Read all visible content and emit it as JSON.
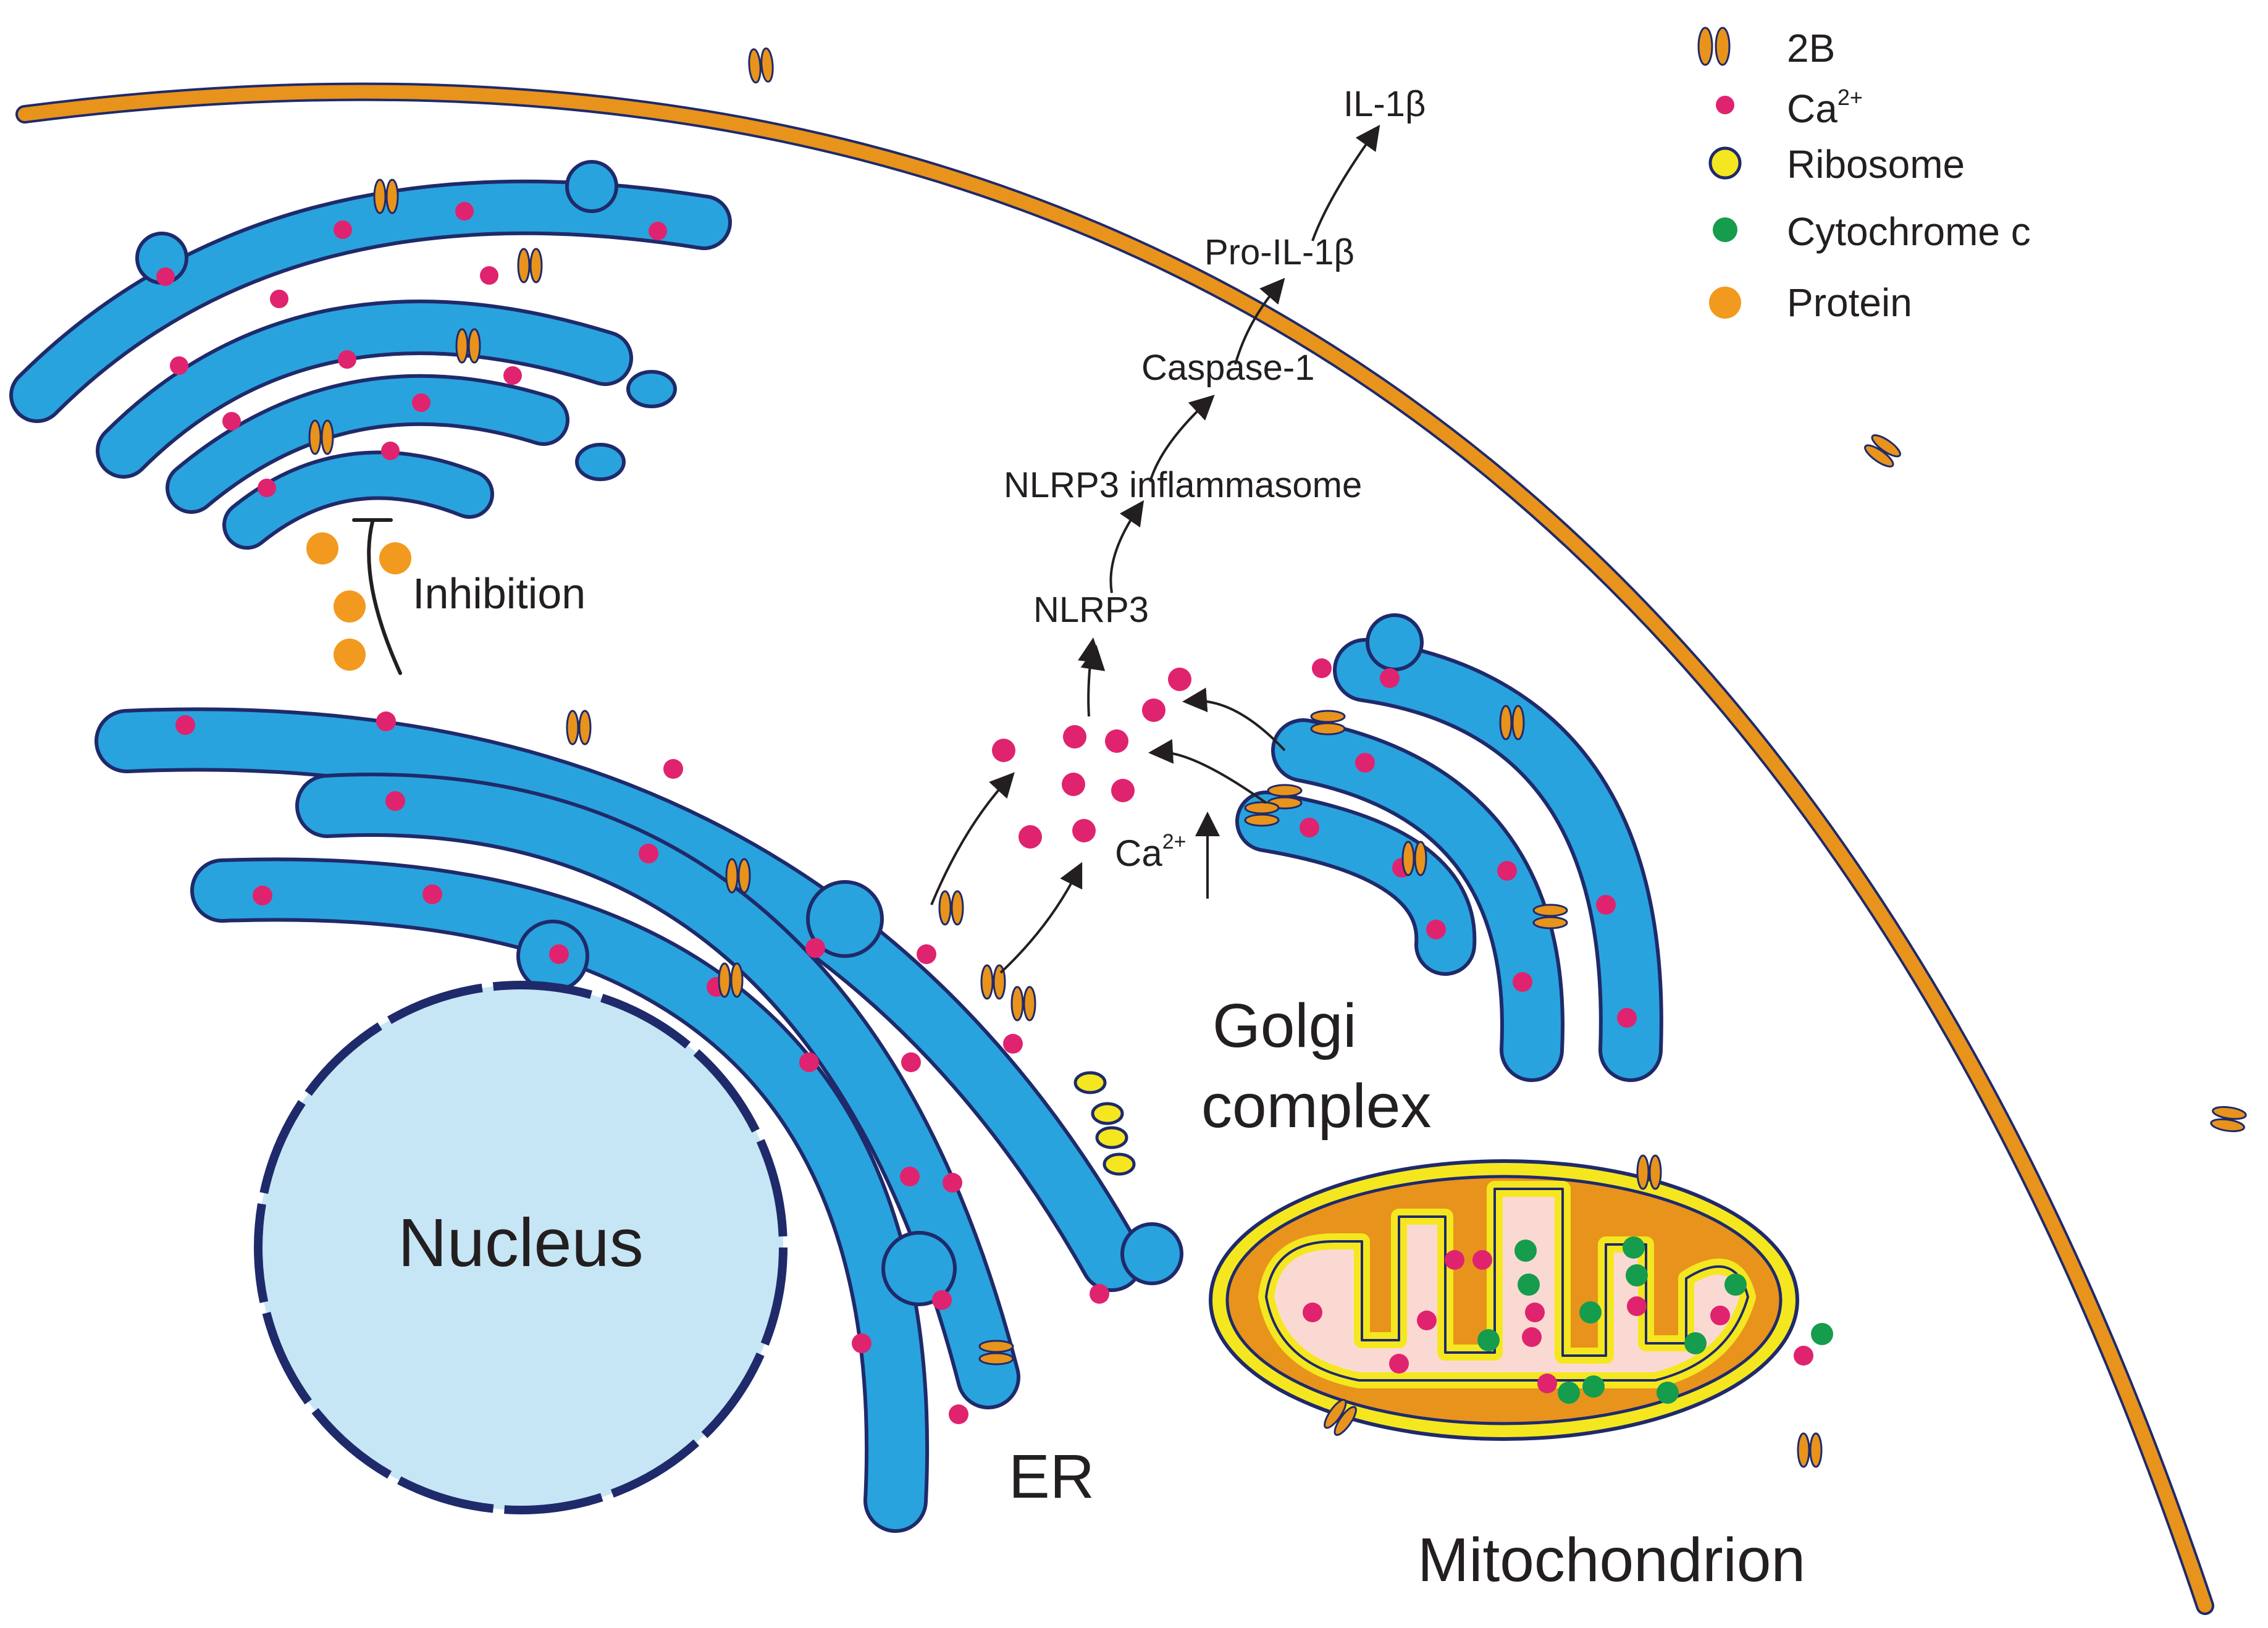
{
  "legend": {
    "items": [
      {
        "key": "2b",
        "label": "2B",
        "sup": ""
      },
      {
        "key": "ca",
        "label": "Ca",
        "sup": "2+"
      },
      {
        "key": "ribosome",
        "label": "Ribosome",
        "sup": ""
      },
      {
        "key": "cytc",
        "label": "Cytochrome c",
        "sup": ""
      },
      {
        "key": "protein",
        "label": "Protein",
        "sup": ""
      }
    ]
  },
  "labels": {
    "nucleus": "Nucleus",
    "er": "ER",
    "golgi_line1": "Golgi",
    "golgi_line2": "complex",
    "mitochondrion": "Mitochondrion",
    "inhibition": "Inhibition",
    "ca_increase_base": "Ca",
    "ca_increase_sup": "2+"
  },
  "pathway": {
    "steps": [
      "NLRP3",
      "NLRP3 inflammasome",
      "Caspase-1",
      "Pro-IL-1β",
      "IL-1β"
    ]
  },
  "colors": {
    "membrane_orange": "#e8931c",
    "outline_navy": "#1f2a6b",
    "er_blue": "#29a3dd",
    "ca_pink": "#e0236f",
    "ribosome_yellow": "#f5e71f",
    "cytc_green": "#169c4d",
    "protein_orange": "#f29a1f",
    "nucleus_fill": "#c6e6f5",
    "mito_matrix": "#fbd9d3"
  }
}
